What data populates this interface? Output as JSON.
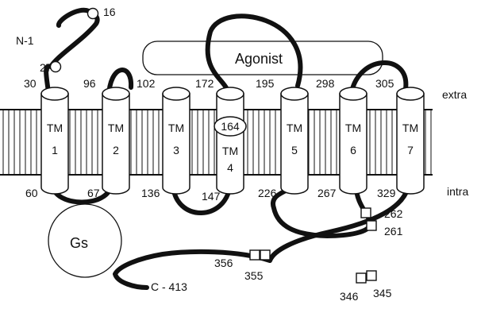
{
  "diagram": {
    "n_terminus": "N-1",
    "c_terminus": "C - 413",
    "agonist": "Agonist",
    "g_protein": "Gs",
    "regions": {
      "extracellular": "extra",
      "intracellular": "intra"
    },
    "helix_prefix": "TM",
    "helices": [
      {
        "number": "1",
        "top_residue": "30",
        "bottom_residue": "60"
      },
      {
        "number": "2",
        "top_residue": "96",
        "bottom_residue": "67"
      },
      {
        "number": "3",
        "top_residue": "102",
        "bottom_residue": "136"
      },
      {
        "number": "4",
        "top_residue": "172",
        "bottom_residue": "147"
      },
      {
        "number": "5",
        "top_residue": "195",
        "bottom_residue": "226"
      },
      {
        "number": "6",
        "top_residue": "298",
        "bottom_residue": "267"
      },
      {
        "number": "7",
        "top_residue": "305",
        "bottom_residue": "329"
      }
    ],
    "tm4_residue": "164",
    "glycosylation_sites": [
      "16",
      "27"
    ],
    "phosphorylation_sites": [
      "262",
      "261",
      "356",
      "355",
      "346",
      "345"
    ]
  }
}
